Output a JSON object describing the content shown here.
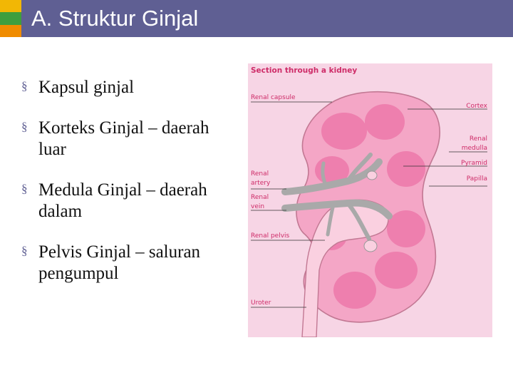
{
  "slide": {
    "title": "A. Struktur Ginjal",
    "bullets": [
      {
        "text": "Kapsul ginjal"
      },
      {
        "text": "Korteks Ginjal – daerah luar"
      },
      {
        "text": "Medula Ginjal – daerah dalam"
      },
      {
        "text": "Pelvis Ginjal – saluran pengumpul"
      }
    ]
  },
  "figure": {
    "heading": "Section through a kidney",
    "labels": {
      "renal_capsule": "Renal capsule",
      "cortex": "Cortex",
      "renal_medulla_1": "Renal",
      "renal_medulla_2": "medulla",
      "pyramid": "Pyramid",
      "papilla": "Papilla",
      "renal_artery_1": "Renal",
      "renal_artery_2": "artery",
      "renal_vein_1": "Renal",
      "renal_vein_2": "vein",
      "renal_pelvis": "Renal pelvis",
      "ureter": "Uroter"
    },
    "colors": {
      "panel": "#f7d5e5",
      "cortex": "#f4a6c6",
      "pyramid": "#ee7fae",
      "pelvis": "#fad0e0",
      "vessel": "#a9a9a9",
      "label": "#ce2c68"
    }
  }
}
